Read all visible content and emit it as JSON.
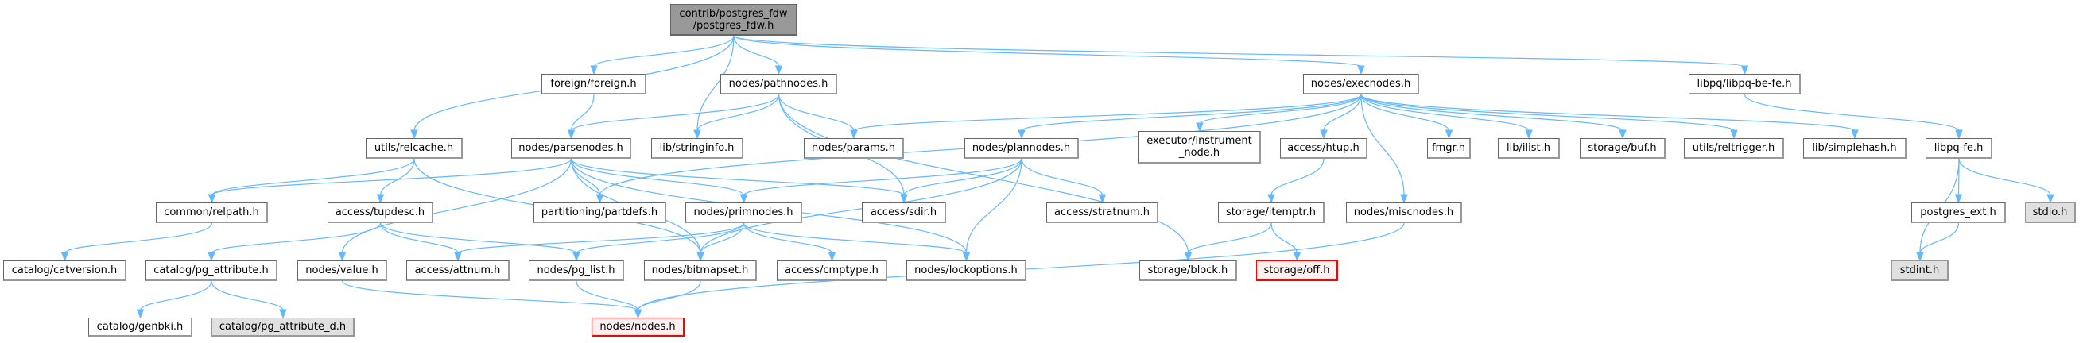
{
  "diagram": {
    "type": "include-dependency-graph",
    "root": "n0",
    "nodes": [
      {
        "id": "n0",
        "label": "contrib/postgres_fdw\n/postgres_fdw.h",
        "style": "root"
      },
      {
        "id": "n1",
        "label": "foreign/foreign.h",
        "style": "normal"
      },
      {
        "id": "n2",
        "label": "nodes/pathnodes.h",
        "style": "normal"
      },
      {
        "id": "n3",
        "label": "nodes/execnodes.h",
        "style": "normal"
      },
      {
        "id": "n4",
        "label": "libpq/libpq-be-fe.h",
        "style": "normal"
      },
      {
        "id": "n5",
        "label": "utils/relcache.h",
        "style": "normal"
      },
      {
        "id": "n6",
        "label": "nodes/parsenodes.h",
        "style": "normal"
      },
      {
        "id": "n7",
        "label": "lib/stringinfo.h",
        "style": "normal"
      },
      {
        "id": "n8",
        "label": "nodes/params.h",
        "style": "normal"
      },
      {
        "id": "n9",
        "label": "nodes/plannodes.h",
        "style": "normal"
      },
      {
        "id": "n10",
        "label": "executor/instrument\n_node.h",
        "style": "normal"
      },
      {
        "id": "n11",
        "label": "access/htup.h",
        "style": "normal"
      },
      {
        "id": "n12",
        "label": "fmgr.h",
        "style": "normal"
      },
      {
        "id": "n13",
        "label": "lib/ilist.h",
        "style": "normal"
      },
      {
        "id": "n14",
        "label": "storage/buf.h",
        "style": "normal"
      },
      {
        "id": "n15",
        "label": "utils/reltrigger.h",
        "style": "normal"
      },
      {
        "id": "n16",
        "label": "lib/simplehash.h",
        "style": "normal"
      },
      {
        "id": "n17",
        "label": "libpq-fe.h",
        "style": "normal"
      },
      {
        "id": "n18",
        "label": "common/relpath.h",
        "style": "normal"
      },
      {
        "id": "n19",
        "label": "access/tupdesc.h",
        "style": "normal"
      },
      {
        "id": "n20",
        "label": "partitioning/partdefs.h",
        "style": "normal"
      },
      {
        "id": "n21",
        "label": "nodes/primnodes.h",
        "style": "normal"
      },
      {
        "id": "n22",
        "label": "access/sdir.h",
        "style": "normal"
      },
      {
        "id": "n23",
        "label": "access/stratnum.h",
        "style": "normal"
      },
      {
        "id": "n24",
        "label": "storage/itemptr.h",
        "style": "normal"
      },
      {
        "id": "n25",
        "label": "nodes/miscnodes.h",
        "style": "normal"
      },
      {
        "id": "n26",
        "label": "postgres_ext.h",
        "style": "normal"
      },
      {
        "id": "n27",
        "label": "stdio.h",
        "style": "missing"
      },
      {
        "id": "n28",
        "label": "catalog/catversion.h",
        "style": "normal"
      },
      {
        "id": "n29",
        "label": "catalog/pg_attribute.h",
        "style": "normal"
      },
      {
        "id": "n30",
        "label": "nodes/value.h",
        "style": "normal"
      },
      {
        "id": "n31",
        "label": "access/attnum.h",
        "style": "normal"
      },
      {
        "id": "n32",
        "label": "nodes/pg_list.h",
        "style": "normal"
      },
      {
        "id": "n33",
        "label": "nodes/bitmapset.h",
        "style": "normal"
      },
      {
        "id": "n34",
        "label": "access/cmptype.h",
        "style": "normal"
      },
      {
        "id": "n35",
        "label": "nodes/lockoptions.h",
        "style": "normal"
      },
      {
        "id": "n36",
        "label": "storage/block.h",
        "style": "normal"
      },
      {
        "id": "n37",
        "label": "storage/off.h",
        "style": "red"
      },
      {
        "id": "n38",
        "label": "stdint.h",
        "style": "missing"
      },
      {
        "id": "n39",
        "label": "catalog/genbki.h",
        "style": "normal"
      },
      {
        "id": "n40",
        "label": "catalog/pg_attribute_d.h",
        "style": "missing"
      },
      {
        "id": "n41",
        "label": "nodes/nodes.h",
        "style": "red"
      }
    ],
    "edges": [
      [
        "n0",
        "n5"
      ],
      [
        "n0",
        "n1"
      ],
      [
        "n0",
        "n7"
      ],
      [
        "n0",
        "n2"
      ],
      [
        "n0",
        "n3"
      ],
      [
        "n0",
        "n4"
      ],
      [
        "n1",
        "n6"
      ],
      [
        "n2",
        "n6"
      ],
      [
        "n2",
        "n7"
      ],
      [
        "n2",
        "n8"
      ],
      [
        "n2",
        "n22"
      ],
      [
        "n2",
        "n36"
      ],
      [
        "n3",
        "n8"
      ],
      [
        "n3",
        "n20"
      ],
      [
        "n3",
        "n9"
      ],
      [
        "n3",
        "n10"
      ],
      [
        "n3",
        "n11"
      ],
      [
        "n3",
        "n25"
      ],
      [
        "n3",
        "n12"
      ],
      [
        "n3",
        "n13"
      ],
      [
        "n3",
        "n14"
      ],
      [
        "n3",
        "n15"
      ],
      [
        "n3",
        "n16"
      ],
      [
        "n4",
        "n17"
      ],
      [
        "n5",
        "n18"
      ],
      [
        "n5",
        "n19"
      ],
      [
        "n5",
        "n33"
      ],
      [
        "n6",
        "n18"
      ],
      [
        "n6",
        "n30"
      ],
      [
        "n6",
        "n20"
      ],
      [
        "n6",
        "n21"
      ],
      [
        "n6",
        "n33"
      ],
      [
        "n6",
        "n35"
      ],
      [
        "n6",
        "n22"
      ],
      [
        "n9",
        "n21"
      ],
      [
        "n9",
        "n22"
      ],
      [
        "n9",
        "n23"
      ],
      [
        "n9",
        "n33"
      ],
      [
        "n9",
        "n35"
      ],
      [
        "n11",
        "n24"
      ],
      [
        "n17",
        "n26"
      ],
      [
        "n17",
        "n27"
      ],
      [
        "n17",
        "n38"
      ],
      [
        "n18",
        "n28"
      ],
      [
        "n19",
        "n29"
      ],
      [
        "n19",
        "n31"
      ],
      [
        "n19",
        "n32"
      ],
      [
        "n21",
        "n31"
      ],
      [
        "n21",
        "n32"
      ],
      [
        "n21",
        "n33"
      ],
      [
        "n21",
        "n34"
      ],
      [
        "n21",
        "n35"
      ],
      [
        "n24",
        "n36"
      ],
      [
        "n24",
        "n37"
      ],
      [
        "n25",
        "n41"
      ],
      [
        "n26",
        "n38"
      ],
      [
        "n29",
        "n39"
      ],
      [
        "n29",
        "n40"
      ],
      [
        "n30",
        "n41"
      ],
      [
        "n32",
        "n41"
      ],
      [
        "n33",
        "n41"
      ]
    ]
  }
}
